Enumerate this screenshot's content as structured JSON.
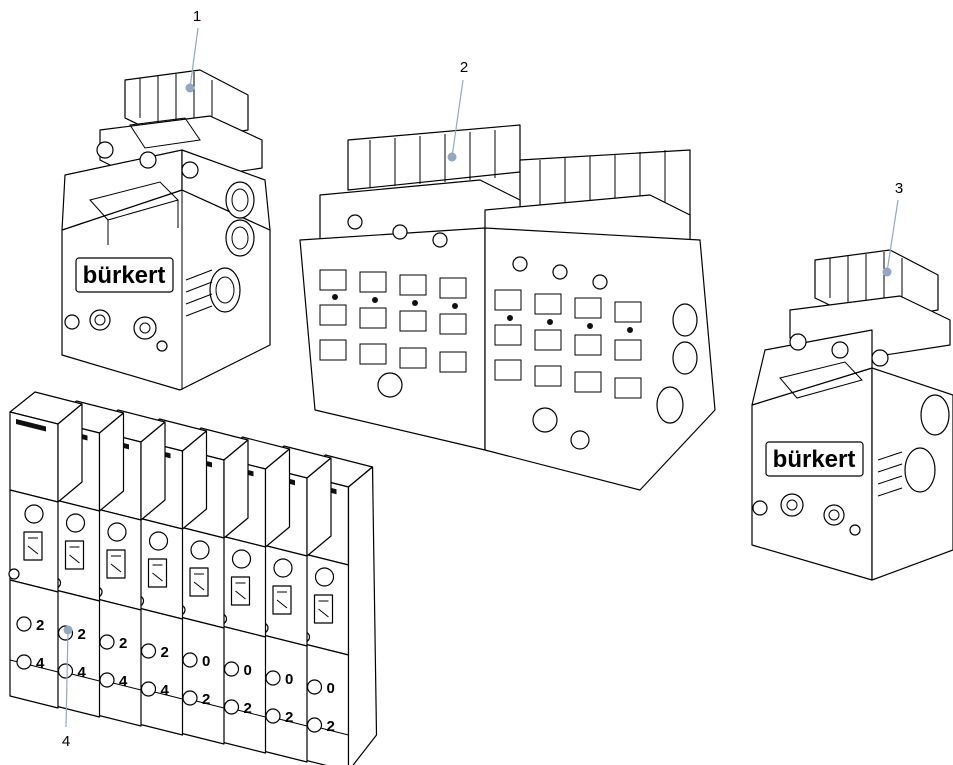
{
  "callouts": [
    {
      "id": "1",
      "label": "1"
    },
    {
      "id": "2",
      "label": "2"
    },
    {
      "id": "3",
      "label": "3"
    },
    {
      "id": "4",
      "label": "4"
    }
  ],
  "brand": "bürkert",
  "ports": {
    "row_upper": [
      "2",
      "2",
      "2",
      "2",
      "0",
      "0",
      "0",
      "0"
    ],
    "row_lower": [
      "4",
      "4",
      "4",
      "4",
      "2",
      "2",
      "2",
      "2"
    ]
  },
  "colors": {
    "leader": "#8fa8c4",
    "outline": "#000000",
    "background": "#ffffff"
  }
}
